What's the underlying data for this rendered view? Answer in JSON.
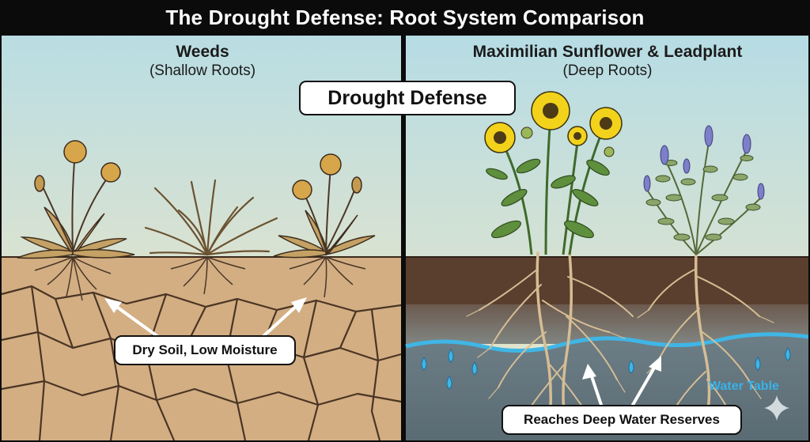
{
  "title": "The Drought Defense: Root System Comparison",
  "left_panel": {
    "heading": "Weeds",
    "subheading": "(Shallow Roots)",
    "callout": "Dry Soil, Low Moisture"
  },
  "right_panel": {
    "heading": "Maximilian Sunflower & Leadplant",
    "subheading": "(Deep Roots)",
    "callout": "Reaches Deep Water Reserves",
    "water_label": "Water Table"
  },
  "center_badge": "Drought Defense",
  "colors": {
    "sky_top": "#b9dde3",
    "sky_bottom": "#f3e6c2",
    "dry_soil": "#d3ae83",
    "dark_soil": "#5a3f2e",
    "deep_soil": "#7a6a5f",
    "water": "#3fb6e6",
    "sunflower": "#f2d21b",
    "leadplant_flower": "#7d7fc9"
  },
  "icons": [
    "sparkle-icon",
    "arrow-icon",
    "water-drop-icon"
  ]
}
